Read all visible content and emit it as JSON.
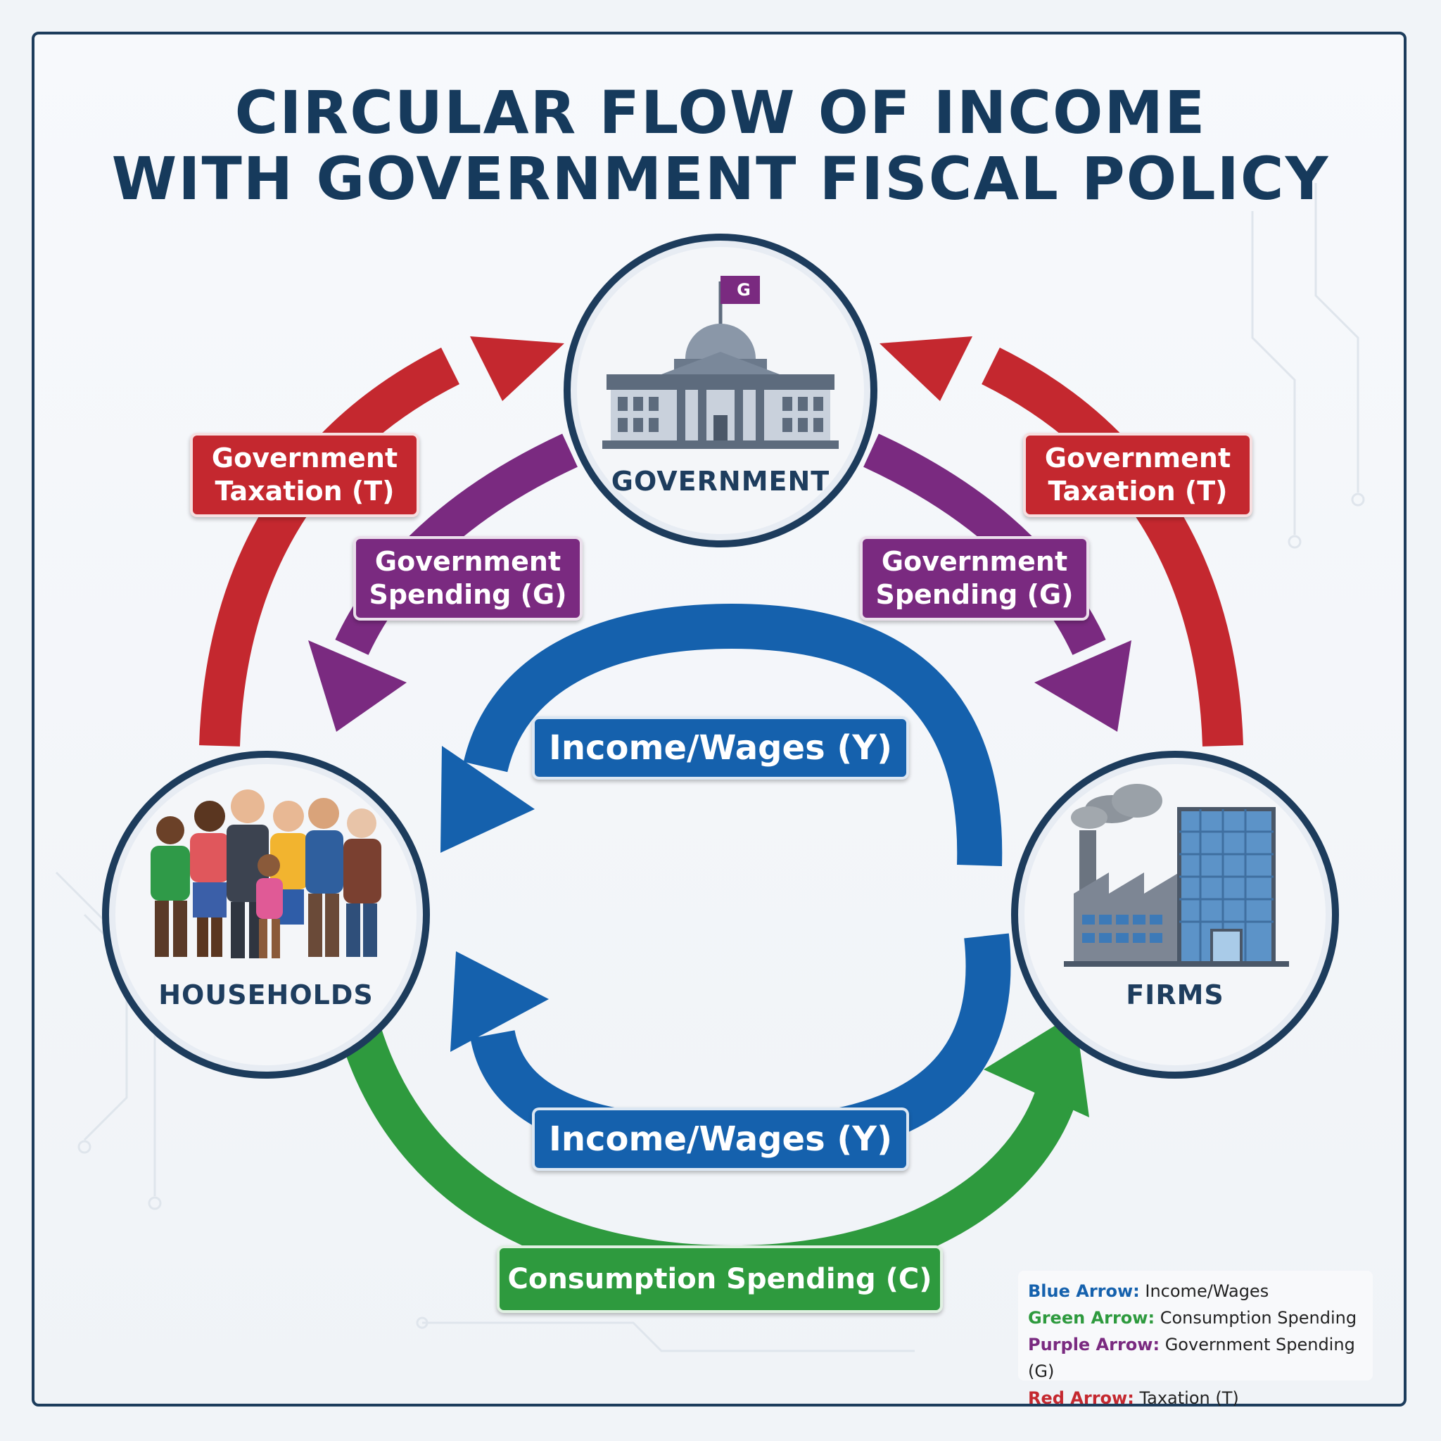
{
  "title": {
    "line1": "CIRCULAR FLOW OF INCOME",
    "line2": "WITH GOVERNMENT FISCAL POLICY"
  },
  "nodes": {
    "government": {
      "label": "GOVERNMENT",
      "flag_letter": "G"
    },
    "households": {
      "label": "HOUSEHOLDS"
    },
    "firms": {
      "label": "FIRMS"
    }
  },
  "flows": {
    "taxation_left": {
      "line1": "Government",
      "line2": "Taxation (T)"
    },
    "taxation_right": {
      "line1": "Government",
      "line2": "Taxation (T)"
    },
    "spending_left": {
      "line1": "Government",
      "line2": "Spending (G)"
    },
    "spending_right": {
      "line1": "Government",
      "line2": "Spending (G)"
    },
    "income_top": "Income/Wages (Y)",
    "income_bottom": "Income/Wages (Y)",
    "consumption": "Consumption Spending (C)"
  },
  "legend": [
    {
      "key": "Blue Arrow:",
      "value": "Income/Wages",
      "color": "#1561ad"
    },
    {
      "key": "Green Arrow:",
      "value": "Consumption Spending",
      "color": "#2e9a3e"
    },
    {
      "key": "Purple Arrow:",
      "value": "Government Spending (G)",
      "color": "#7a2a80"
    },
    {
      "key": "Red Arrow:",
      "value": "Taxation (T)",
      "color": "#c4282f"
    }
  ],
  "colors": {
    "red": "#c4282f",
    "purple": "#7a2a80",
    "blue": "#1561ad",
    "green": "#2e9a3e",
    "navy": "#1d3c5c"
  },
  "icons": {
    "government": "capitol-building-icon",
    "households": "family-group-icon",
    "firms": "factory-office-icon"
  }
}
